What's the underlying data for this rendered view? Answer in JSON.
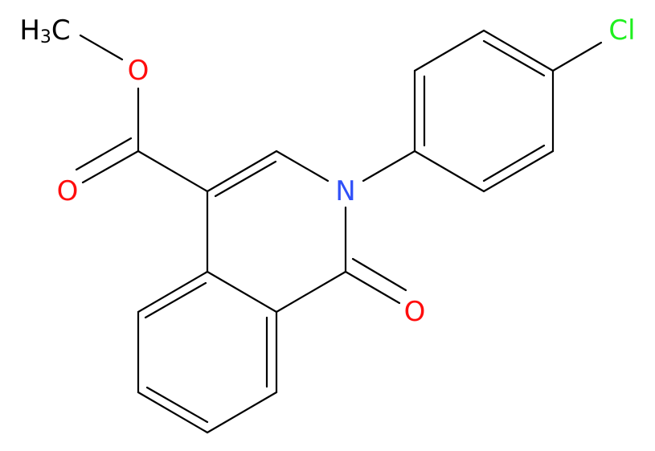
{
  "molecule": {
    "atoms": {
      "methyl": {
        "text": "H",
        "subscript": "3",
        "tail": "C",
        "color": "#000000"
      },
      "ester_o": {
        "text": "O",
        "color": "#ff0d0d"
      },
      "carbonyl_o": {
        "text": "O",
        "color": "#ff0d0d"
      },
      "ring_n": {
        "text": "N",
        "color": "#3050f8"
      },
      "lactam_o": {
        "text": "O",
        "color": "#ff0d0d"
      },
      "chlorine": {
        "text": "Cl",
        "color": "#1ff01f"
      }
    },
    "bond_color": "#000000"
  }
}
